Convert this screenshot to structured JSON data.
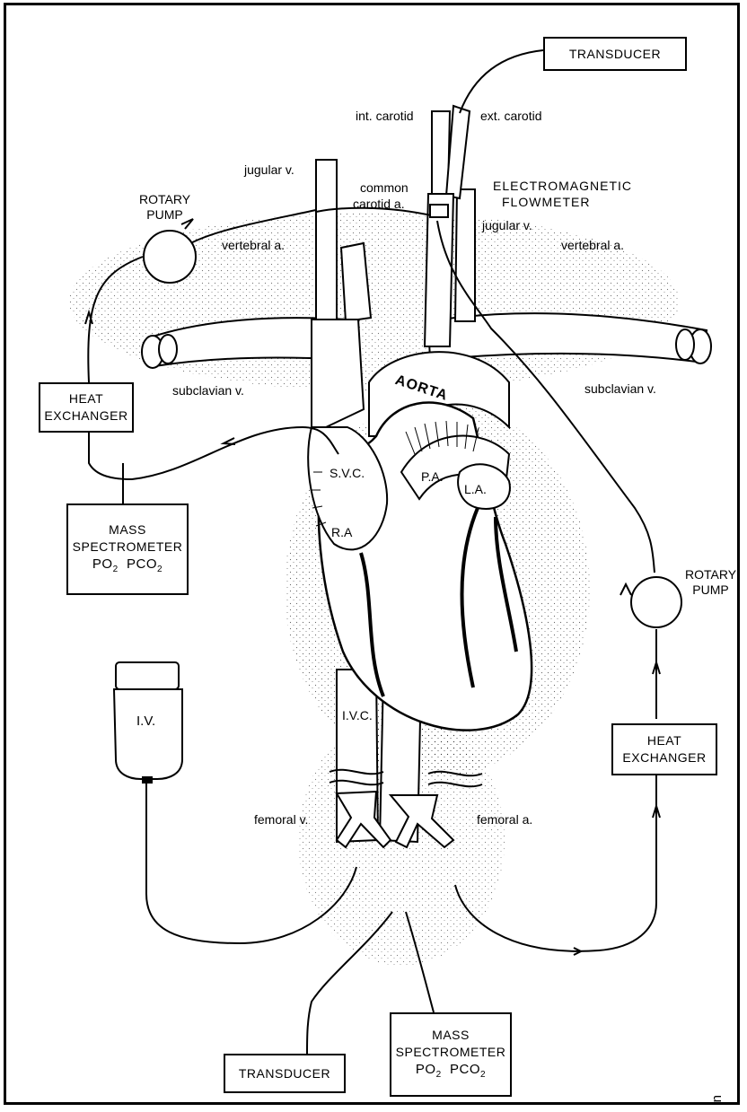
{
  "labels": {
    "int_carotid": "int. carotid",
    "ext_carotid": "ext. carotid",
    "jugular_v_left": "jugular v.",
    "common_carotid_1": "common",
    "common_carotid_2": "carotid a.",
    "em_flowmeter_1": "ELECTROMAGNETIC",
    "em_flowmeter_2": "FLOWMETER",
    "jugular_v_right": "jugular v.",
    "vertebral_a_left": "vertebral a.",
    "vertebral_a_right": "vertebral a.",
    "subclavian_v_left": "subclavian v.",
    "subclavian_v_right": "subclavian v.",
    "aorta": "AORTA",
    "pa": "P.A.",
    "la": "L.A.",
    "svc": "S.V.C.",
    "ra": "R.A",
    "ivc": "I.V.C.",
    "femoral_v": "femoral v.",
    "femoral_a": "femoral a.",
    "iv": "I.V."
  },
  "pumps": {
    "left": {
      "line1": "ROTARY",
      "line2": "PUMP"
    },
    "right": {
      "line1": "ROTARY",
      "line2": "PUMP"
    }
  },
  "boxes": {
    "transducer_top": "TRANSDUCER",
    "transducer_bottom": "TRANSDUCER",
    "heat_exchanger_left": {
      "line1": "HEAT",
      "line2": "EXCHANGER"
    },
    "heat_exchanger_right": {
      "line1": "HEAT",
      "line2": "EXCHANGER"
    },
    "mass_spec_left": {
      "line1": "MASS",
      "line2": "SPECTROMETER",
      "po2": "PO",
      "pco2": "PCO",
      "sub": "2"
    },
    "mass_spec_bottom": {
      "line1": "MASS",
      "line2": "SPECTROMETER",
      "po2": "PO",
      "pco2": "PCO",
      "sub": "2"
    }
  },
  "credit": "g.h.tan"
}
